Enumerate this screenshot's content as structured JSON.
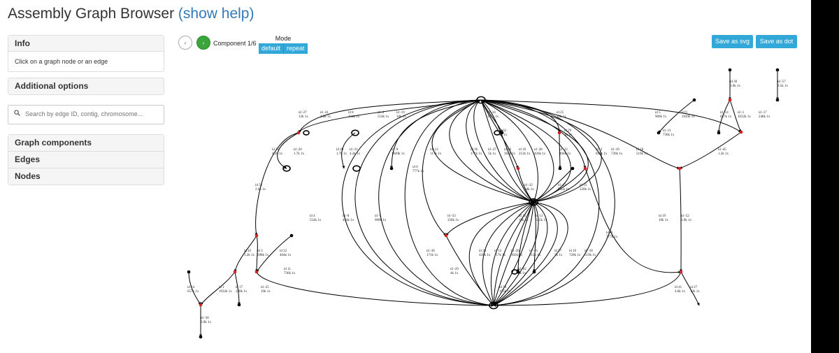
{
  "app": {
    "title": "Assembly Graph Browser",
    "help_link": "(show help)"
  },
  "sidebar": {
    "info_heading": "Info",
    "info_text": "Click on a graph node or an edge",
    "additional_options": "Additional options",
    "search_placeholder": "Search by edge ID, contig, chromosome...",
    "sections": [
      "Graph components",
      "Edges",
      "Nodes"
    ]
  },
  "toolbar": {
    "prev_icon": "chevron-left-icon",
    "next_icon": "chevron-right-icon",
    "component_label": "Component 1/6",
    "mode_label": "Mode",
    "mode_default": "default",
    "mode_repeat": "repeat",
    "save_svg": "Save as svg",
    "save_dot": "Save as dot",
    "accent_color": "#31a8d8",
    "next_color": "#3aa53a"
  },
  "graph": {
    "repeat_node_color": "#d62020",
    "node_color": "#000000",
    "edge_labels": [
      {
        "id": "id 30",
        "info": "3.9k 1x"
      },
      {
        "id": "id -57",
        "info": "0.5k 1x"
      },
      {
        "id": "id -27",
        "info": "12k 1x"
      },
      {
        "id": "id -41",
        "info": "4.6k 1x"
      },
      {
        "id": "id 8",
        "info": "434k 1x"
      },
      {
        "id": "id -4",
        "info": "554k 1x"
      },
      {
        "id": "id -19",
        "info": "10k 1x"
      },
      {
        "id": "id -34",
        "info": "195k 1x"
      },
      {
        "id": "id 62",
        "info": "2k 1x"
      },
      {
        "id": "id 25",
        "info": "12k 1x"
      },
      {
        "id": "id 5",
        "info": "900k 1x"
      },
      {
        "id": "id 9",
        "info": "1049k 1x"
      },
      {
        "id": "id -14",
        "info": "657k 1x"
      },
      {
        "id": "id -1",
        "info": "1032k 1x"
      },
      {
        "id": "id -17",
        "info": "248k 1x"
      },
      {
        "id": "id 29",
        "info": "4k 1x"
      },
      {
        "id": "id -11",
        "info": "736k 1x"
      },
      {
        "id": "id 31",
        "info": "4.2k 1x"
      },
      {
        "id": "id -20",
        "info": "1.7k 1x"
      },
      {
        "id": "id 20",
        "info": "1.7k 1x"
      },
      {
        "id": "id -31",
        "info": "4.2k 1x"
      },
      {
        "id": "id -9",
        "info": "1049k 1x"
      },
      {
        "id": "id -12",
        "info": "117k 1x"
      },
      {
        "id": "id 36",
        "info": "171k 1x"
      },
      {
        "id": "id -37",
        "info": "5k 1x"
      },
      {
        "id": "id 26",
        "info": "302k 1x"
      },
      {
        "id": "id 16",
        "info": "212k 1x"
      },
      {
        "id": "id -38",
        "info": "426k 1x"
      },
      {
        "id": "id -22",
        "info": "404k 1x"
      },
      {
        "id": "id -3",
        "info": "698k 1x"
      },
      {
        "id": "id -10",
        "info": "720k 1x"
      },
      {
        "id": "id 18",
        "info": "519k 1x"
      },
      {
        "id": "id -45",
        "info": "1.2k 1x"
      },
      {
        "id": "id 6",
        "info": "777k 1x"
      },
      {
        "id": "id 52",
        "info": "2.6k 1x"
      },
      {
        "id": "id -32",
        "info": "18k 1x"
      },
      {
        "id": "id -13",
        "info": "545k 1x"
      },
      {
        "id": "id 33",
        "info": "320k 1x"
      },
      {
        "id": "id 4",
        "info": "554k 1x"
      },
      {
        "id": "id -8",
        "info": "434k 1x"
      },
      {
        "id": "id -5",
        "info": "900k 1x"
      },
      {
        "id": "id -33",
        "info": "320k 1x"
      },
      {
        "id": "id 19",
        "info": "10k 1x"
      },
      {
        "id": "id -52",
        "info": "2.6k 1x"
      },
      {
        "id": "id -6",
        "info": "777k 1x"
      },
      {
        "id": "id 32",
        "info": "18k 1x"
      },
      {
        "id": "id 13",
        "info": "545k 1x"
      },
      {
        "id": "id 45",
        "info": "1.2k 1x"
      },
      {
        "id": "id 3",
        "info": "698k 1x"
      },
      {
        "id": "id 22",
        "info": "404k 1x"
      },
      {
        "id": "id 11",
        "info": "736k 1x"
      },
      {
        "id": "id -36",
        "info": "171k 1x"
      },
      {
        "id": "id -29",
        "info": "4k 1x"
      },
      {
        "id": "id 38",
        "info": "426k 1x"
      },
      {
        "id": "id 12",
        "info": "117k 1x"
      },
      {
        "id": "id -26",
        "info": "302k 1x"
      },
      {
        "id": "id -16",
        "info": "212k 1x"
      },
      {
        "id": "id 37",
        "info": "5k 1x"
      },
      {
        "id": "id 10",
        "info": "720k 1x"
      },
      {
        "id": "id -18",
        "info": "519k 1x"
      },
      {
        "id": "id -62",
        "info": "2k 1x"
      },
      {
        "id": "id 14",
        "info": "657k 1x"
      },
      {
        "id": "id 1",
        "info": "1032k 1x"
      },
      {
        "id": "id 17",
        "info": "248k 1x"
      },
      {
        "id": "id -25",
        "info": "10k 1x"
      },
      {
        "id": "id 34",
        "info": "195k 1x"
      },
      {
        "id": "id 41",
        "info": "4.6k 1x"
      },
      {
        "id": "id 27",
        "info": "12k 1x"
      },
      {
        "id": "id -30",
        "info": "3.9k 1x"
      }
    ]
  }
}
